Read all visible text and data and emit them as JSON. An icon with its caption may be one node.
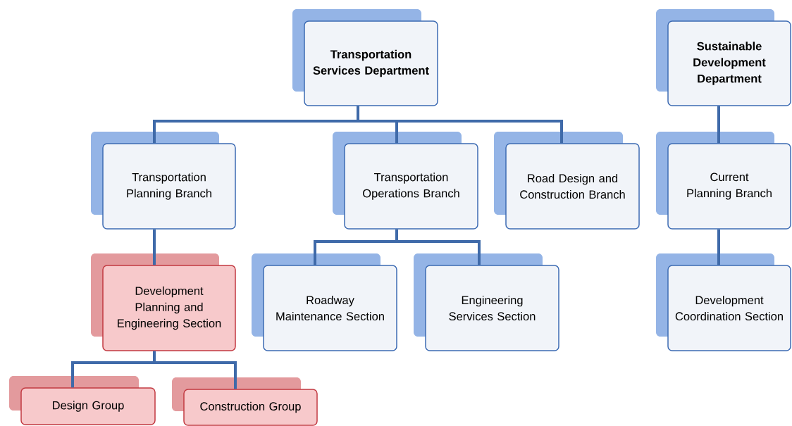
{
  "diagram": {
    "nodes": [
      {
        "text": [
          "Transportation Services Department"
        ]
      },
      {
        "text": [
          "Sustainable Development Department"
        ]
      },
      {
        "text": [
          "Transportation Planning Branch"
        ]
      },
      {
        "text": [
          "Transportation Operations Branch"
        ]
      },
      {
        "text": [
          "Road Design and Construction Branch"
        ]
      },
      {
        "text": [
          "Current Planning Branch"
        ]
      },
      {
        "text": [
          "Development Planning and Engineering Section"
        ]
      },
      {
        "text": [
          "Roadway Maintenance Section"
        ]
      },
      {
        "text": [
          "Engineering Services Section"
        ]
      },
      {
        "text": [
          "Development Coordination Section"
        ]
      },
      {
        "text": [
          "Design Group"
        ]
      },
      {
        "text": [
          "Construction Group"
        ]
      }
    ],
    "edges": [
      {
        "from": 0,
        "to": 2,
        "arrow": "none"
      },
      {
        "from": 0,
        "to": 3,
        "arrow": "none"
      },
      {
        "from": 0,
        "to": 4,
        "arrow": "none"
      },
      {
        "from": 1,
        "to": 5,
        "arrow": "none"
      },
      {
        "from": 2,
        "to": 6,
        "arrow": "none"
      },
      {
        "from": 3,
        "to": 7,
        "arrow": "none"
      },
      {
        "from": 3,
        "to": 8,
        "arrow": "none"
      },
      {
        "from": 5,
        "to": 9,
        "arrow": "none"
      },
      {
        "from": 6,
        "to": 10,
        "arrow": "none"
      },
      {
        "from": 6,
        "to": 11,
        "arrow": "none"
      }
    ]
  }
}
